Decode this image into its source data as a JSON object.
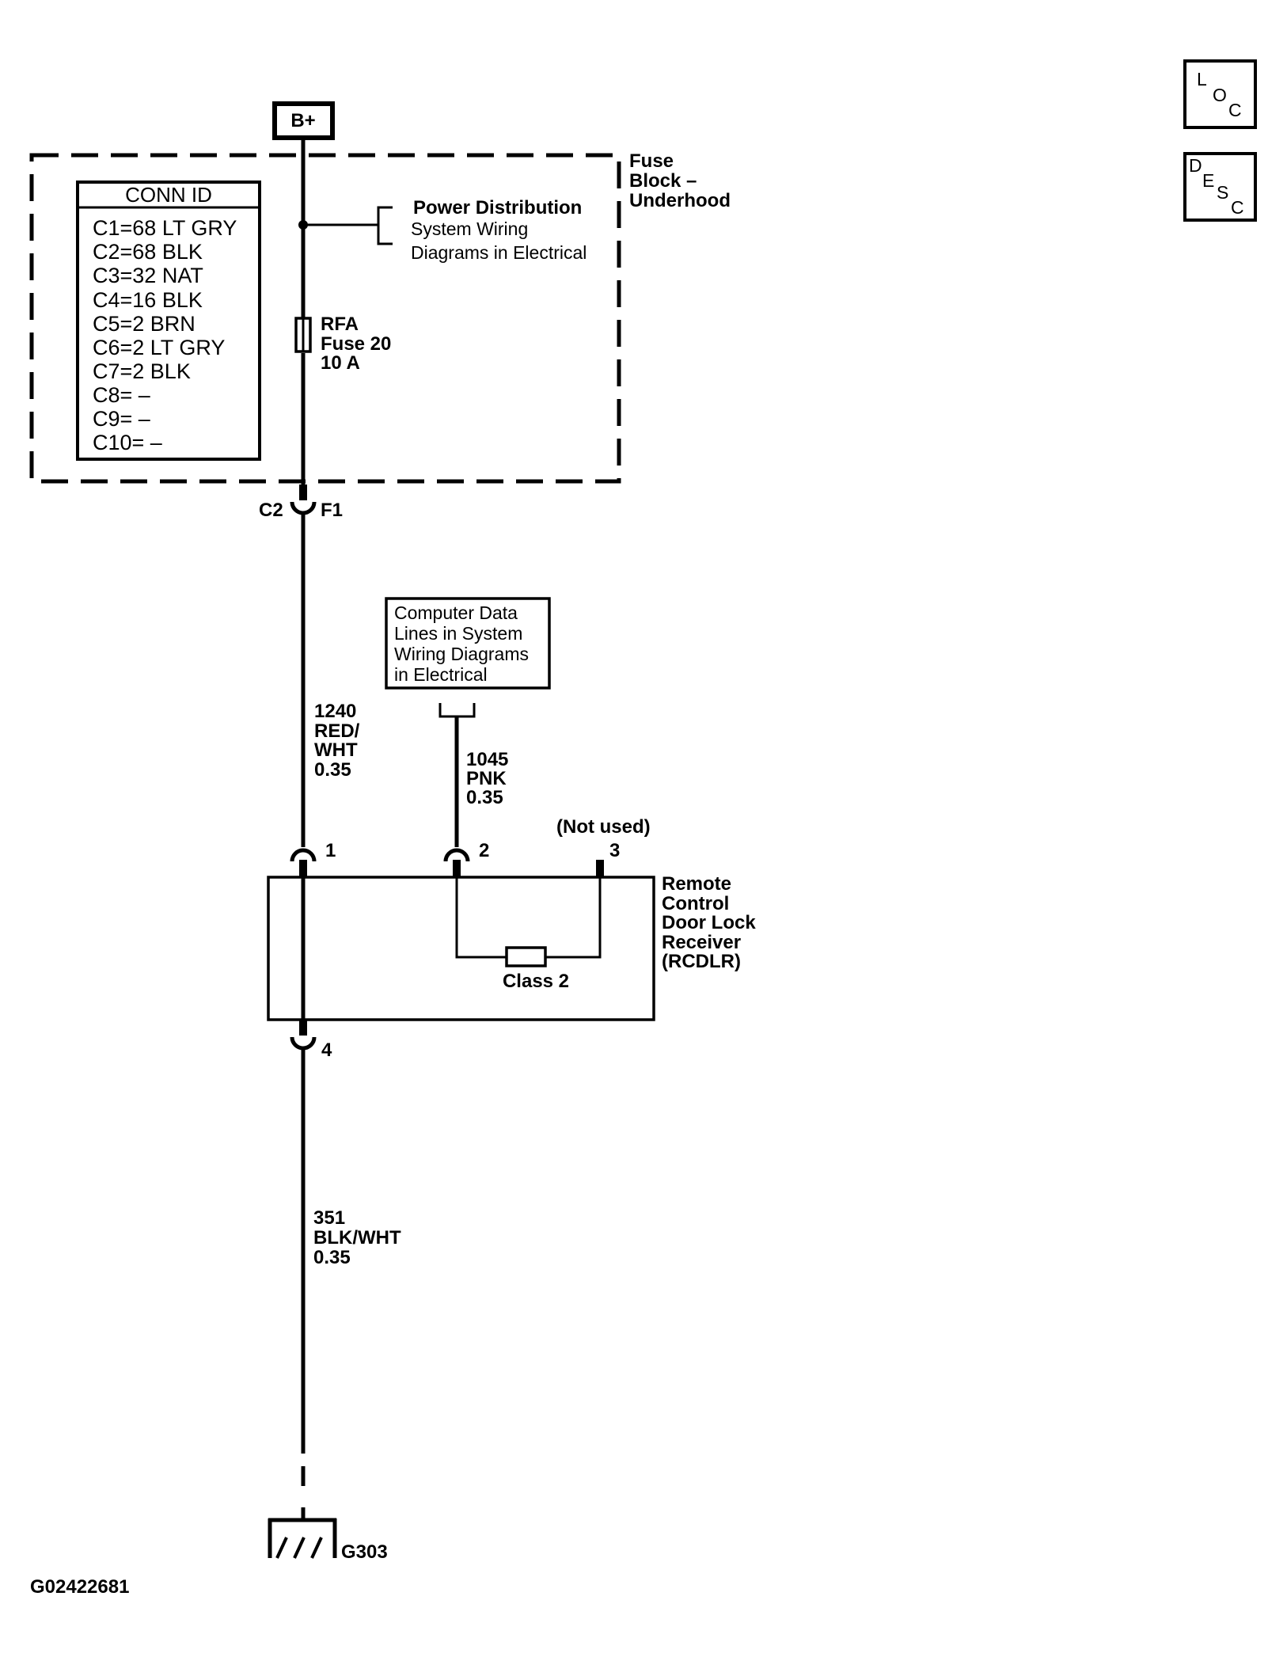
{
  "nav_buttons": {
    "loc": [
      "L",
      "O",
      "C"
    ],
    "desc": [
      "D",
      "E",
      "S",
      "C"
    ]
  },
  "power_source": "B+",
  "fuse_block": {
    "label_lines": [
      "Fuse",
      "Block –",
      "Underhood"
    ],
    "conn_id": {
      "header": "CONN ID",
      "rows": [
        "C1=68 LT GRY",
        "C2=68 BLK",
        "C3=32 NAT",
        "C4=16 BLK",
        "C5=2 BRN",
        "C6=2 LT GRY",
        "C7=2 BLK",
        "C8= –",
        "C9= –",
        "C10= –"
      ]
    },
    "power_distribution": {
      "title": "Power Distribution",
      "lines": [
        "System Wiring",
        "Diagrams in Electrical"
      ]
    },
    "fuse_label_lines": [
      "RFA",
      "Fuse 20",
      "10 A"
    ],
    "connector_left": "C2",
    "connector_right": "F1"
  },
  "computer_data_box": {
    "lines": [
      "Computer Data",
      "Lines in System",
      "Wiring Diagrams",
      "in Electrical"
    ]
  },
  "wires": {
    "w1240": [
      "1240",
      "RED/",
      "WHT",
      "0.35"
    ],
    "w1045": [
      "1045",
      "PNK",
      "0.35"
    ],
    "w351": [
      "351",
      "BLK/WHT",
      "0.35"
    ]
  },
  "rcdlr": {
    "label_lines": [
      "Remote",
      "Control",
      "Door Lock",
      "Receiver",
      "(RCDLR)"
    ],
    "pin1": "1",
    "pin2": "2",
    "pin3": "3",
    "pin4": "4",
    "not_used": "(Not used)",
    "class2": "Class 2"
  },
  "ground": "G303",
  "figure_id": "G02422681"
}
